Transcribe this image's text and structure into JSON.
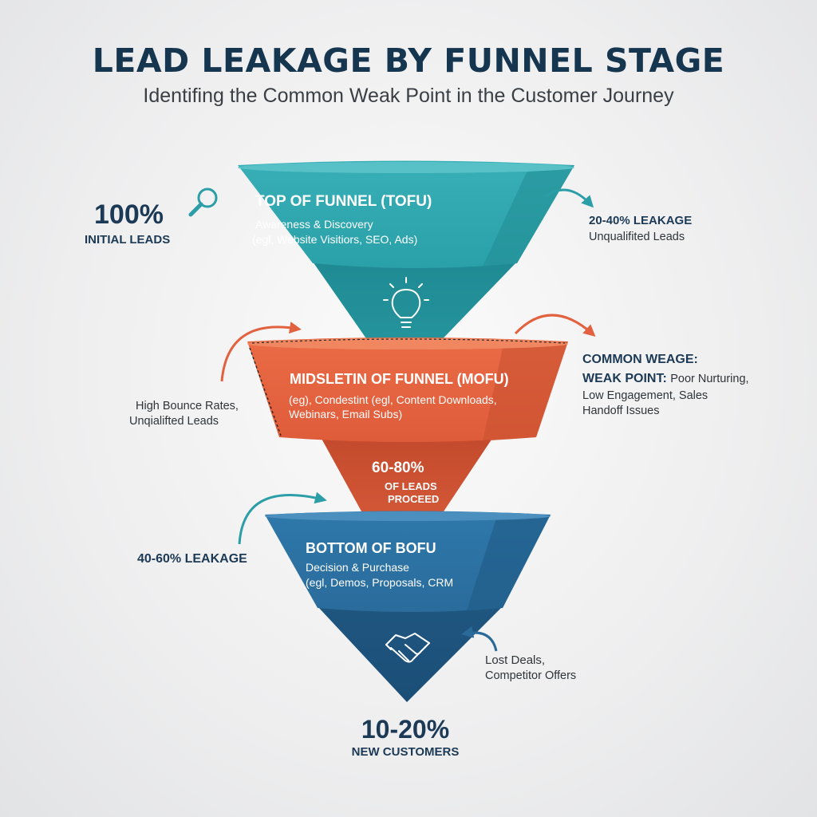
{
  "header": {
    "title": "LEAD LEAKAGE BY FUNNEL STAGE",
    "subtitle": "Identifing the Common Weak Point in the Customer Journey"
  },
  "stages": {
    "tofu": {
      "title": "TOP OF FUNNEL (TOFU)",
      "line1": "Awareness & Discovery",
      "line2": "(egl, Website Visitiors, SEO, Ads)",
      "color": "#2b9ea7"
    },
    "mofu": {
      "title": "MIDSLETIN OF FUNNEL (MOFU)",
      "line1": "(eg), Condestint (egl, Content Downloads,",
      "line2": "Webinars, Email Subs)",
      "color": "#e2613f"
    },
    "mofu_throat": {
      "value": "60-80%",
      "line1": "OF LEADS",
      "line2": "PROCEED"
    },
    "bofu": {
      "title": "BOTTOM OF BOFU",
      "line1": "Decision & Purchase",
      "line2": "(egl, Demos, Proposals, CRM",
      "color": "#2a6a99"
    }
  },
  "annotations": {
    "initial": {
      "value": "100%",
      "label": "INITIAL LEADS"
    },
    "tofu_leak": {
      "label": "20-40% LEAKAGE",
      "text": "Unqualifited Leads"
    },
    "mofu_left": {
      "line1": "High Bounce Rates,",
      "line2": "Unqialifted Leads"
    },
    "weak_point": {
      "line1": "COMMON WEAGE:",
      "label": "WEAK POINT:",
      "text1": "Poor Nurturing,",
      "text2": "Low Engagement, Sales",
      "text3": "Handoff Issues"
    },
    "bofu_leak": {
      "label": "40-60% LEAKAGE"
    },
    "lost": {
      "line1": "Lost Deals,",
      "line2": "Competitor Offers"
    },
    "final": {
      "value": "10-20%",
      "label": "NEW CUSTOMERS"
    }
  },
  "icons": [
    "magnifier-icon",
    "lightbulb-icon",
    "handshake-icon"
  ],
  "colors": {
    "teal": "#2b9ea7",
    "orange": "#e2613f",
    "blue": "#2a6a99",
    "navy": "#1c3a55"
  }
}
